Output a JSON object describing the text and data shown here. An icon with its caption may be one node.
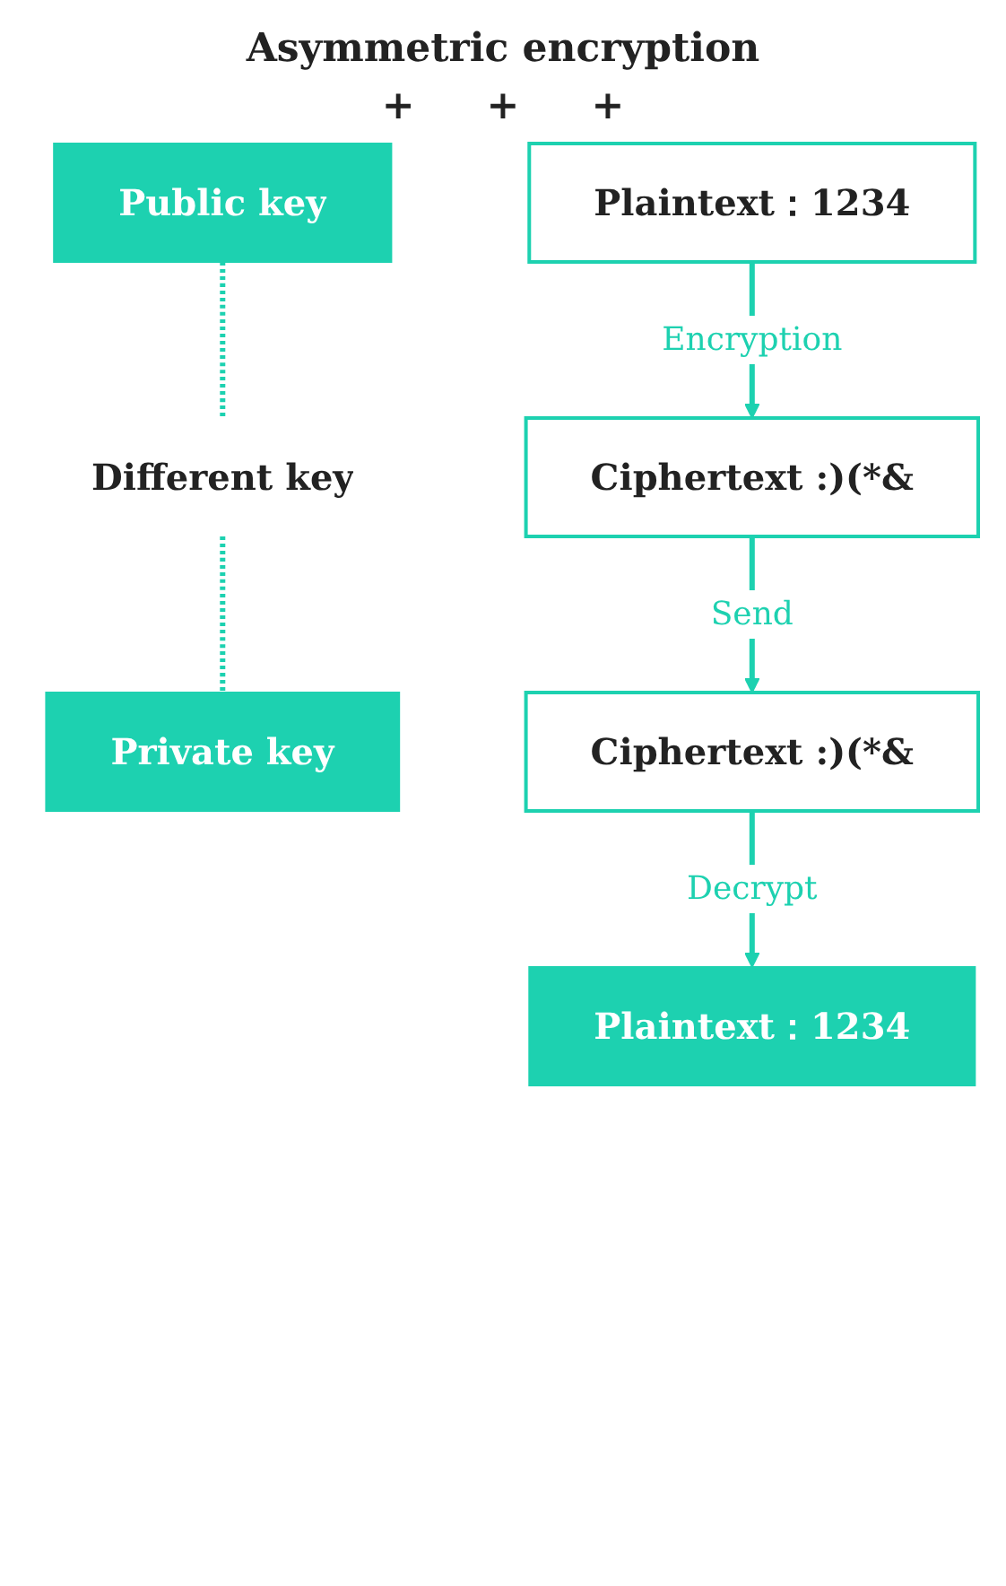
{
  "diagram": {
    "title": "Asymmetric encryption",
    "nodes": [
      {
        "text": [
          "Public key"
        ]
      },
      {
        "text": [
          "Plaintext：1234"
        ]
      },
      {
        "text": [
          "Different key"
        ]
      },
      {
        "text": [
          "Ciphertext :)(*&"
        ]
      },
      {
        "text": [
          "Private key"
        ]
      },
      {
        "text": [
          "Ciphertext :)(*&"
        ]
      },
      {
        "text": [
          "Plaintext：1234"
        ]
      }
    ],
    "edges": [
      {
        "from": 0,
        "to": 2,
        "arrow": "none",
        "style": "dashed"
      },
      {
        "from": 2,
        "to": 4,
        "arrow": "none",
        "style": "dashed"
      },
      {
        "from": 1,
        "to": 3,
        "arrow": "to",
        "label": "Encryption"
      },
      {
        "from": 3,
        "to": 5,
        "arrow": "to",
        "label": "Send"
      },
      {
        "from": 5,
        "to": 6,
        "arrow": "to",
        "label": "Decrypt"
      }
    ],
    "labels": [
      "+",
      "+",
      "+"
    ]
  }
}
